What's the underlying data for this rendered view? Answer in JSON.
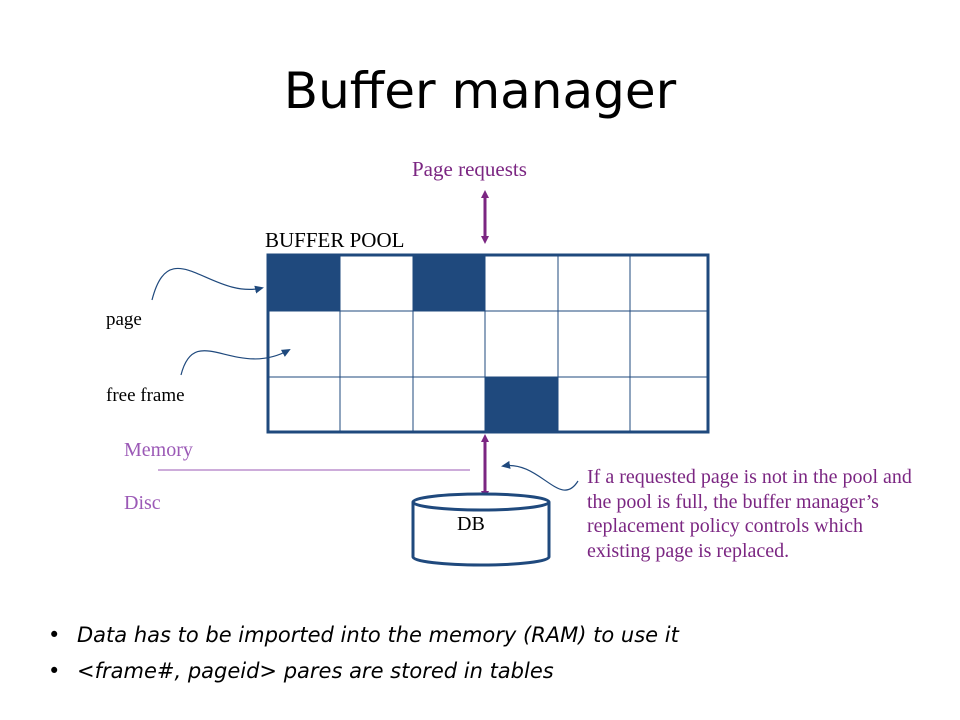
{
  "slide": {
    "title": "Buffer manager"
  },
  "diagram": {
    "page_requests_label": "Page requests",
    "buffer_pool_label": "BUFFER POOL",
    "page_label": "page",
    "free_frame_label": "free frame",
    "memory_label": "Memory",
    "disc_label": "Disc",
    "db_label": "DB",
    "note": "If a requested page is not in the pool and the pool is full, the buffer manager’s replacement policy controls which existing page is replaced.",
    "pool_rows": 3,
    "pool_cols": 6,
    "filled_frames": [
      [
        0,
        0
      ],
      [
        0,
        2
      ],
      [
        2,
        3
      ]
    ],
    "colors": {
      "filled": "#1f497d",
      "grid": "#1f497d",
      "arrow": "#7b2682",
      "divider": "#9b59b6",
      "pointer": "#1f497d"
    }
  },
  "bullets": [
    "Data has to be imported into the memory (RAM) to use it",
    "<frame#, pageid> pares are stored in tables"
  ],
  "bullet_symbol": "•"
}
